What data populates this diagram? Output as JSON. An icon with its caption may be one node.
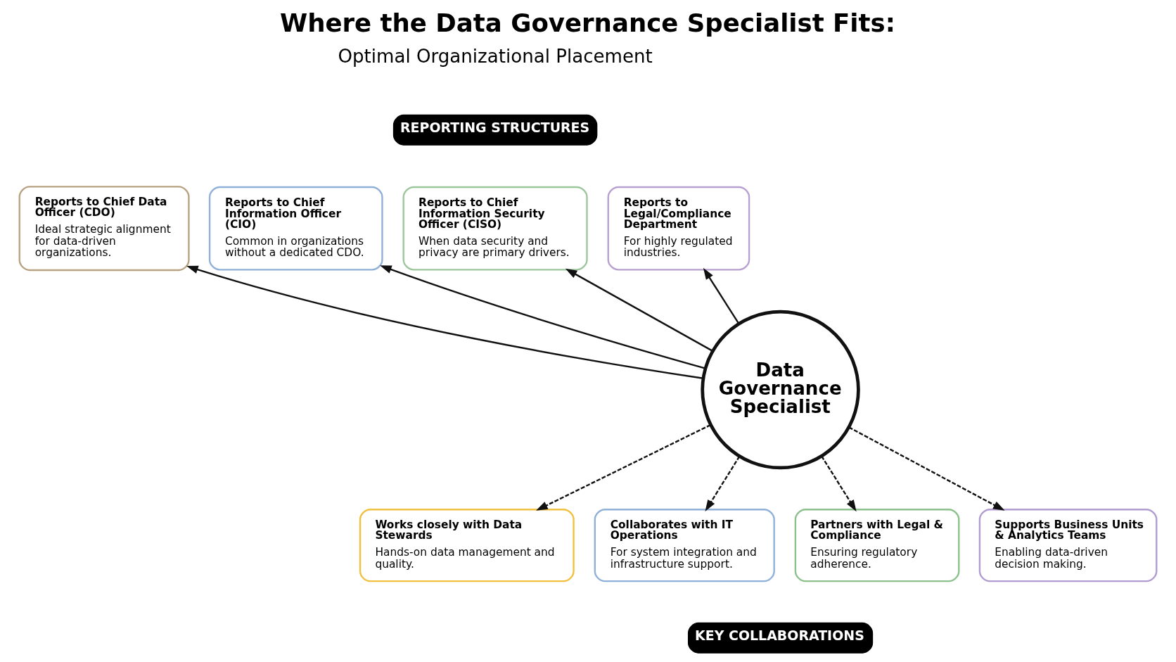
{
  "diagram": {
    "title": "Where the Data Governance Specialist Fits:",
    "nodes": [
      {
        "text": [
          "Reports to Chief Data Officer (CDO)",
          "Ideal strategic alignment for data-driven organizations."
        ]
      },
      {
        "text": [
          "Reports to Chief Information Officer (CIO)",
          "Common in organizations without a dedicated CDO."
        ]
      },
      {
        "text": [
          "Reports to Chief Information Security Officer (CISO)",
          "When data security and privacy are primary drivers."
        ]
      },
      {
        "text": [
          "Reports to Legal/Compliance Department",
          "For highly regulated industries."
        ]
      },
      {
        "text": [
          "Data Governance Specialist"
        ]
      },
      {
        "text": [
          "Works closely with Data Stewards",
          "Hands-on data management and quality."
        ]
      },
      {
        "text": [
          "Collaborates with IT Operations",
          "For system integration and infrastructure support."
        ]
      },
      {
        "text": [
          "Partners with Legal & Compliance",
          "Ensuring regulatory adherence."
        ]
      },
      {
        "text": [
          "Supports Business Units & Analytics Teams",
          "Enabling data-driven decision making."
        ]
      }
    ],
    "edges": [
      {
        "from": 4,
        "to": 0,
        "arrow": "to"
      },
      {
        "from": 4,
        "to": 1,
        "arrow": "to"
      },
      {
        "from": 4,
        "to": 2,
        "arrow": "to"
      },
      {
        "from": 4,
        "to": 3,
        "arrow": "to"
      },
      {
        "from": 4,
        "to": 5,
        "arrow": "to",
        "style": "dashed"
      },
      {
        "from": 4,
        "to": 6,
        "arrow": "to",
        "style": "dashed"
      },
      {
        "from": 4,
        "to": 7,
        "arrow": "to",
        "style": "dashed"
      },
      {
        "from": 4,
        "to": 8,
        "arrow": "to",
        "style": "dashed"
      }
    ],
    "labels": [
      "Optimal Organizational Placement",
      "REPORTING STRUCTURES",
      "KEY COLLABORATIONS"
    ]
  }
}
